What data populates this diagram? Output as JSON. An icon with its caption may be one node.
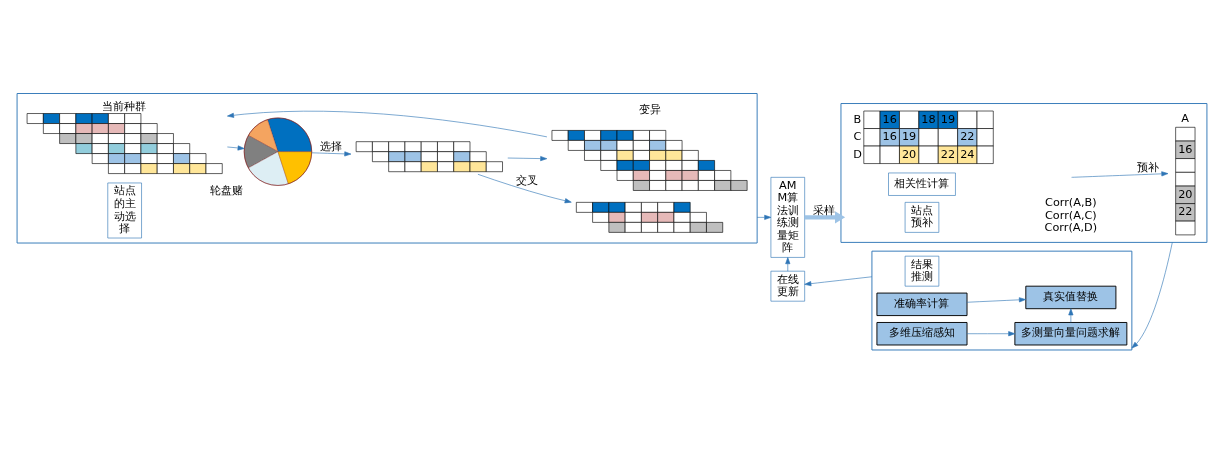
{
  "diagram": {
    "nodes": [
      {
        "text": [],
        "shape": "box"
      },
      {
        "text": [
          "当前种群"
        ],
        "in": 0
      },
      {
        "text": [
          "轮盘赌"
        ],
        "in": 0
      },
      {
        "text": [],
        "shape": "picture",
        "in": 0
      },
      {
        "text": [],
        "shape": "picture",
        "in": 0
      },
      {
        "text": [],
        "shape": "picture",
        "in": 0
      },
      {
        "text": [
          "站点的主动选择"
        ],
        "in": 0
      },
      {
        "text": [
          "AMM算法训练测量矩阵"
        ]
      },
      {
        "text": [],
        "shape": "box"
      },
      {
        "text": [],
        "shape": "picture",
        "in": 8
      },
      {
        "text": [
          "相关性计算"
        ],
        "in": 8
      },
      {
        "text": [
          "站点预补"
        ],
        "in": 8
      },
      {
        "text": [
          "A"
        ],
        "in": 8
      },
      {
        "text": [],
        "shape": "box"
      },
      {
        "text": [
          "结果推测"
        ],
        "in": 13
      },
      {
        "text": [
          "多维压缩感知"
        ],
        "in": 13
      },
      {
        "text": [
          "多测量向量问题求解"
        ],
        "in": 13
      },
      {
        "text": [
          "准确率计算"
        ],
        "in": 13
      },
      {
        "text": [
          "真实值替换"
        ],
        "in": 13
      },
      {
        "text": [
          "在线更新"
        ]
      }
    ],
    "edges": [
      {
        "from": 1,
        "to": 2,
        "arrow": "to"
      },
      {
        "from": 2,
        "to": 3,
        "arrow": "to",
        "label": "选择"
      },
      {
        "from": 3,
        "to": 4,
        "arrow": "to",
        "label": "交叉"
      },
      {
        "from": 3,
        "to": 5,
        "arrow": "to"
      },
      {
        "from": 5,
        "to": 1,
        "arrow": "to"
      },
      {
        "from": 0,
        "to": 7,
        "arrow": "to"
      },
      {
        "from": 7,
        "to": 8,
        "arrow": "to",
        "label": "采样",
        "style": "thick",
        "color": "#9dc3e6"
      },
      {
        "from": null,
        "to": 12,
        "arrow": "to",
        "label": "预补"
      },
      {
        "from": 8,
        "to": 13,
        "arrow": "to"
      },
      {
        "from": 15,
        "to": 16,
        "arrow": "to"
      },
      {
        "from": 16,
        "to": 18,
        "arrow": "to"
      },
      {
        "from": 17,
        "to": 18,
        "arrow": "to"
      },
      {
        "from": 13,
        "to": 19,
        "arrow": "to"
      },
      {
        "from": 19,
        "to": 7,
        "arrow": "to"
      }
    ],
    "labels": [
      "B",
      "16",
      "18",
      "19",
      "C",
      "16",
      "19",
      "22",
      "D",
      "20",
      "22",
      "24",
      "Corr(A,B)",
      "Corr(A,C)",
      "Corr(A,D)",
      "16",
      "20",
      "22",
      "变异"
    ]
  }
}
